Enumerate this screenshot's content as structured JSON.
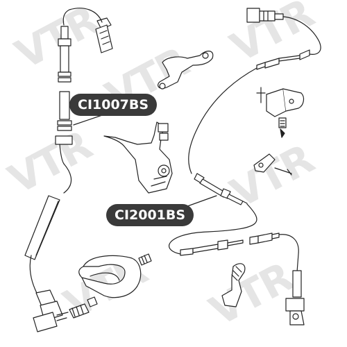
{
  "watermark": {
    "text": "VTR"
  },
  "callouts": {
    "first": {
      "code": "CI1007BS"
    },
    "second": {
      "code": "CI2001BS"
    }
  },
  "colors": {
    "line": "#222222",
    "badge": "#3a3a3a",
    "watermark": "#e5e5e5"
  }
}
